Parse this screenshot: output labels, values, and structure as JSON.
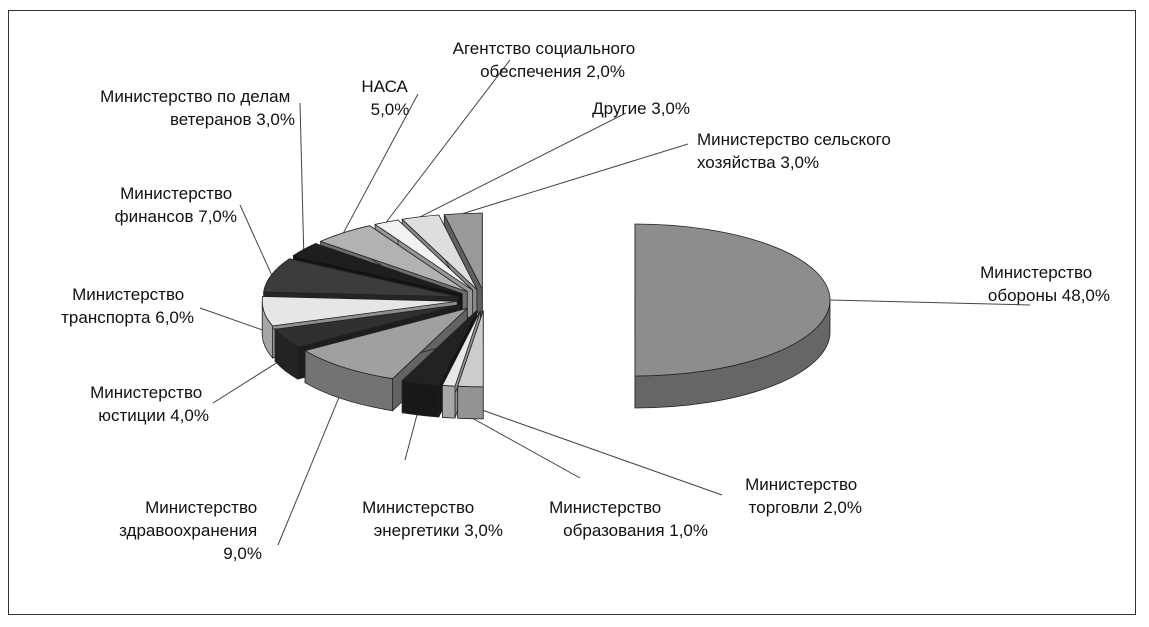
{
  "chart_data": {
    "type": "pie",
    "style": "exploded 3d pie",
    "series": [
      {
        "name_lines": [
          "Министерство",
          "обороны  48,0%"
        ],
        "value": 48.0,
        "color": "#8d8d8d"
      },
      {
        "name_lines": [
          "Министерство",
          "торговли  2,0%"
        ],
        "value": 2.0,
        "color": "#cccccc"
      },
      {
        "name_lines": [
          "Министерство",
          "образования  1,0%"
        ],
        "value": 1.0,
        "color": "#e8e8e8"
      },
      {
        "name_lines": [
          "Министерство",
          "энергетики  3,0%"
        ],
        "value": 3.0,
        "color": "#222222"
      },
      {
        "name_lines": [
          "Министерство",
          "здравоохранения",
          "9,0%"
        ],
        "value": 9.0,
        "color": "#a0a0a0"
      },
      {
        "name_lines": [
          "Министерство",
          "юстиции  4,0%"
        ],
        "value": 4.0,
        "color": "#303030"
      },
      {
        "name_lines": [
          "Министерство",
          "транспорта  6,0%"
        ],
        "value": 6.0,
        "color": "#e6e6e6"
      },
      {
        "name_lines": [
          "Министерство",
          "финансов  7,0%"
        ],
        "value": 7.0,
        "color": "#3c3c3c"
      },
      {
        "name_lines": [
          "Министерство по делам",
          "ветеранов  3,0%"
        ],
        "value": 3.0,
        "color": "#1e1e1e"
      },
      {
        "name_lines": [
          "НАСА",
          "5,0%"
        ],
        "value": 5.0,
        "color": "#b2b2b2"
      },
      {
        "name_lines": [
          "Агентство социального",
          "обеспечения  2,0%"
        ],
        "value": 2.0,
        "color": "#f2f2f2"
      },
      {
        "name_lines": [
          "Другие  3,0%"
        ],
        "value": 3.0,
        "color": "#dedede"
      },
      {
        "name_lines": [
          "Министерство сельского",
          "хозяйства  3,0%"
        ],
        "value": 3.0,
        "color": "#9a9a9a"
      }
    ]
  }
}
